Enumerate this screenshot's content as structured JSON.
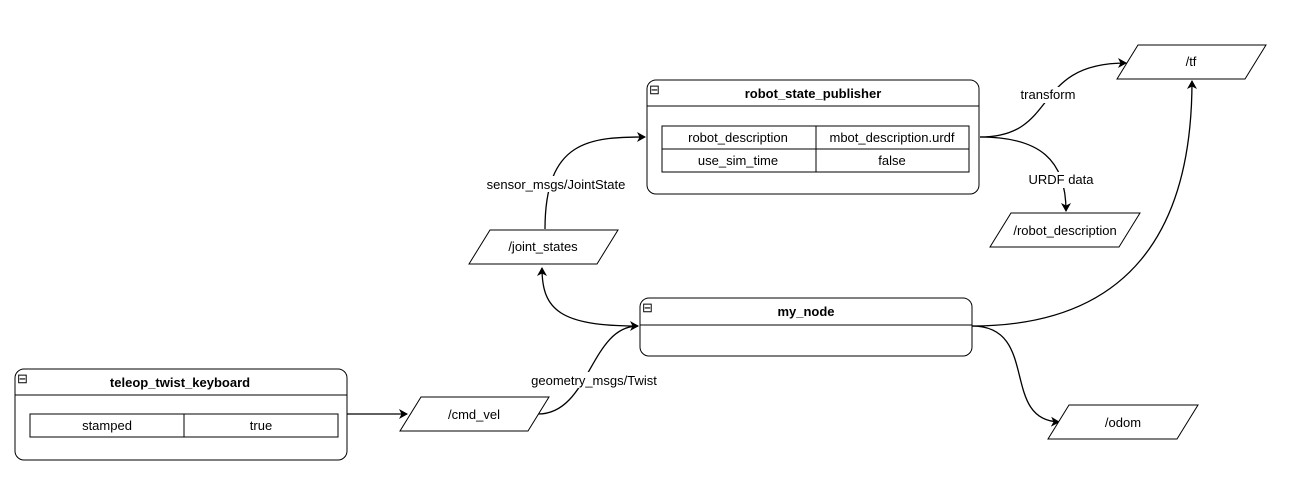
{
  "nodes": {
    "teleop": {
      "title": "teleop_twist_keyboard",
      "params": [
        {
          "key": "stamped",
          "value": "true"
        }
      ]
    },
    "robot_state_publisher": {
      "title": "robot_state_publisher",
      "params": [
        {
          "key": "robot_description",
          "value": "mbot_description.urdf"
        },
        {
          "key": "use_sim_time",
          "value": "false"
        }
      ]
    },
    "my_node": {
      "title": "my_node"
    }
  },
  "topics": {
    "cmd_vel": "/cmd_vel",
    "joint_states": "/joint_states",
    "tf": "/tf",
    "robot_description": "/robot_description",
    "odom": "/odom"
  },
  "edge_labels": {
    "geometry_msgs": "geometry_msgs/Twist",
    "joint_state": "sensor_msgs/JointState",
    "transform": "transform",
    "urdf_data": "URDF data"
  },
  "collapse_glyph": "⊟"
}
